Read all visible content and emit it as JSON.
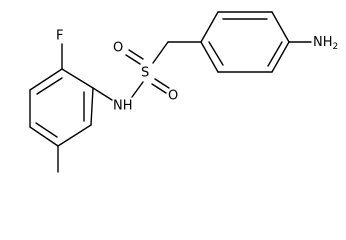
{
  "molecule": {
    "atoms": {
      "fluorine": "F",
      "sulfur": "S",
      "oxygen_1": "O",
      "oxygen_2": "O",
      "amide_nitrogen": "NH",
      "amine": "NH",
      "amine_subscript": "2"
    }
  }
}
